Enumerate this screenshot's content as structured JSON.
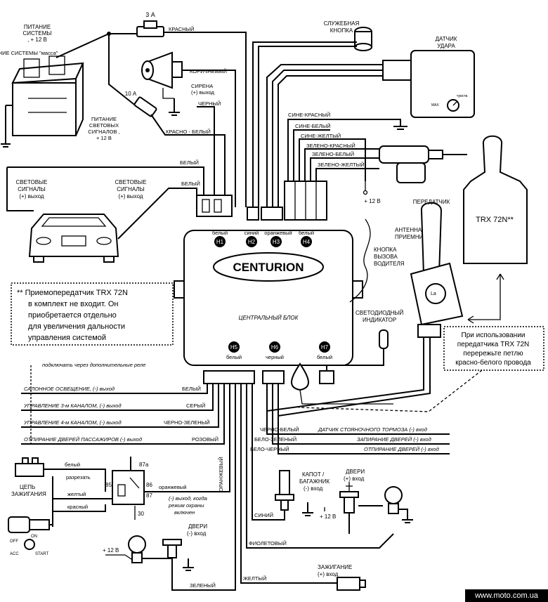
{
  "brand": "CENTURION",
  "central_unit": "ЦЕНТРАЛЬНЫЙ БЛОК",
  "connectors": {
    "h1": {
      "id": "H1",
      "color": "белый"
    },
    "h2": {
      "id": "H2",
      "color": "синий"
    },
    "h3": {
      "id": "H3",
      "color": "оранжевый"
    },
    "h4": {
      "id": "H4",
      "color": "белый"
    },
    "h5": {
      "id": "H5",
      "color": "белый"
    },
    "h6": {
      "id": "H6",
      "color": "черный"
    },
    "h7": {
      "id": "H7",
      "color": "белый"
    }
  },
  "components": {
    "power_mass": "ПИТАНИЕ СИСТЕМЫ \"масса\"",
    "power_line1": "ПИТАНИЕ",
    "power_line2": "СИСТЕМЫ",
    "power_line3": ", + 12 В",
    "fuse_3a": "3 А",
    "fuse_10a": "10 А",
    "siren_1": "СИРЕНА",
    "siren_2": "(+) выход",
    "light_power_1": "ПИТАНИЕ",
    "light_power_2": "СВЕТОВЫХ",
    "light_power_3": "СИГНАЛОВ ,",
    "light_power_4": "+ 12 В",
    "service_btn_1": "СЛУЖЕБНАЯ",
    "service_btn_2": "КНОПКА",
    "shock_1": "ДАТЧИК",
    "shock_2": "УДАРА",
    "plus12": "+ 12 В",
    "signals_left_1": "СВЕТОВЫЕ",
    "signals_left_2": "СИГНАЛЫ",
    "signals_left_3": "(+) выход",
    "signals_right_1": "СВЕТОВЫЕ",
    "signals_right_2": "СИГНАЛЫ",
    "signals_right_3": "(+) выход",
    "transmitter": "ПЕРЕДАТЧИК",
    "trx": "TRX 72N**",
    "antenna_1": "АНТЕННА",
    "antenna_2": "ПРИЕМНИКА",
    "call_btn_1": "КНОПКА",
    "call_btn_2": "ВЫЗОВА",
    "call_btn_3": "ВОДИТЕЛЯ",
    "led_1": "СВЕТОДИОДНЫЙ",
    "led_2": "ИНДИКАТОР",
    "ignition_circuit_1": "ЦЕПЬ",
    "ignition_circuit_2": "ЗАЖИГАНИЯ",
    "cut": "разрезать",
    "relay_87a": "87а",
    "relay_85": "85",
    "relay_86": "86",
    "relay_87": "87",
    "relay_30": "30",
    "note_out_1": "(-) выход, когда",
    "note_out_2": "режим охраны",
    "note_out_3": "включен",
    "hood_1": "КАПОТ /",
    "hood_2": "БАГАЖНИК",
    "hood_3": "(-) вход",
    "doors_plus_1": "ДВЕРИ",
    "doors_plus_2": "(+) вход",
    "doors_minus_1": "ДВЕРИ",
    "doors_minus_2": "(-) вход",
    "ign_in_1": "ЗАЖИГАНИЕ",
    "ign_in_2": "(+) вход",
    "key_off": "OFF",
    "key_on": "ON",
    "key_acc": "ACC",
    "key_start": "START",
    "sw_max": "MAX",
    "sw_min": "чувств.",
    "watermark_tx": "La"
  },
  "wires": {
    "red": "КРАСНЫЙ",
    "brown": "КОРИЧНЕВЫЙ",
    "black": "ЧЕРНЫЙ",
    "red_white": "КРАСНО - БЕЛЫЙ",
    "white1": "БЕЛЫЙ",
    "white2": "БЕЛЫЙ",
    "blue_red": "СИНЕ-КРАСНЫЙ",
    "blue_white": "СИНЕ-БЕЛЫЙ",
    "blue_yellow": "СИНЕ-ЖЕЛТЫЙ",
    "green_red": "ЗЕЛЕНО-КРАСНЫЙ",
    "green_white": "ЗЕЛЕНО-БЕЛЫЙ",
    "green_yellow": "ЗЕЛЕНО-ЖЕЛТЫЙ",
    "relay_wire_white": "белый",
    "relay_wire_yellow": "желтый",
    "relay_wire_red": "красный",
    "orange_lc": "оранжевый",
    "orange_vert": "ОРАНЖЕВЫЙ",
    "blue": "СИНИЙ",
    "violet": "ФИОЛЕТОВЫЙ",
    "green": "ЗЕЛЕНЫЙ",
    "yellow": "ЖЕЛТЫЙ"
  },
  "outputs": [
    {
      "label": "САЛОННОЕ ОСВЕЩЕНИЕ,  (-) выход",
      "wire": "БЕЛЫЙ"
    },
    {
      "label": "УПРАВЛЕНИЕ 3-м КАНАЛОМ,  (-) выход",
      "wire": "СЕРЫЙ"
    },
    {
      "label": "УПРАВЛЕНИЕ 4-м КАНАЛОМ,  (-) выход",
      "wire": "ЧЕРНО-ЗЕЛЕНЫЙ"
    },
    {
      "label": "ОТПИРАНИЕ ДВЕРЕЙ ПАССАЖИРОВ (-) выход",
      "wire": "РОЗОВЫЙ"
    }
  ],
  "extra_relay_note": "подключать через дополнительные реле",
  "inputs": [
    {
      "wire": "ЧЕРНО-БЕЛЫЙ",
      "label": "ДАТЧИК СТОЯНОЧНОГО ТОРМОЗА (-) вход"
    },
    {
      "wire": "БЕЛО-ЗЕЛЕНЫЙ",
      "label": "ЗАПИРАНИЕ ДВЕРЕЙ (-) вход"
    },
    {
      "wire": "БЕЛО-ЧЕРНЫЙ",
      "label": "ОТПИРАНИЕ ДВЕРЕЙ (-) вход"
    }
  ],
  "note_trx": {
    "line1": "** Приемопередатчик TRX 72N",
    "line2": "в комплект не входит. Он",
    "line3": "приобретается отдельно",
    "line4": "для увеличения дальности",
    "line5": "управления системой"
  },
  "note_loop": {
    "line1": "При использовании",
    "line2": "передатчика TRX 72N",
    "line3": "перережьте петлю",
    "line4": "красно-белого провода"
  },
  "footer": "www.moto.com.ua"
}
